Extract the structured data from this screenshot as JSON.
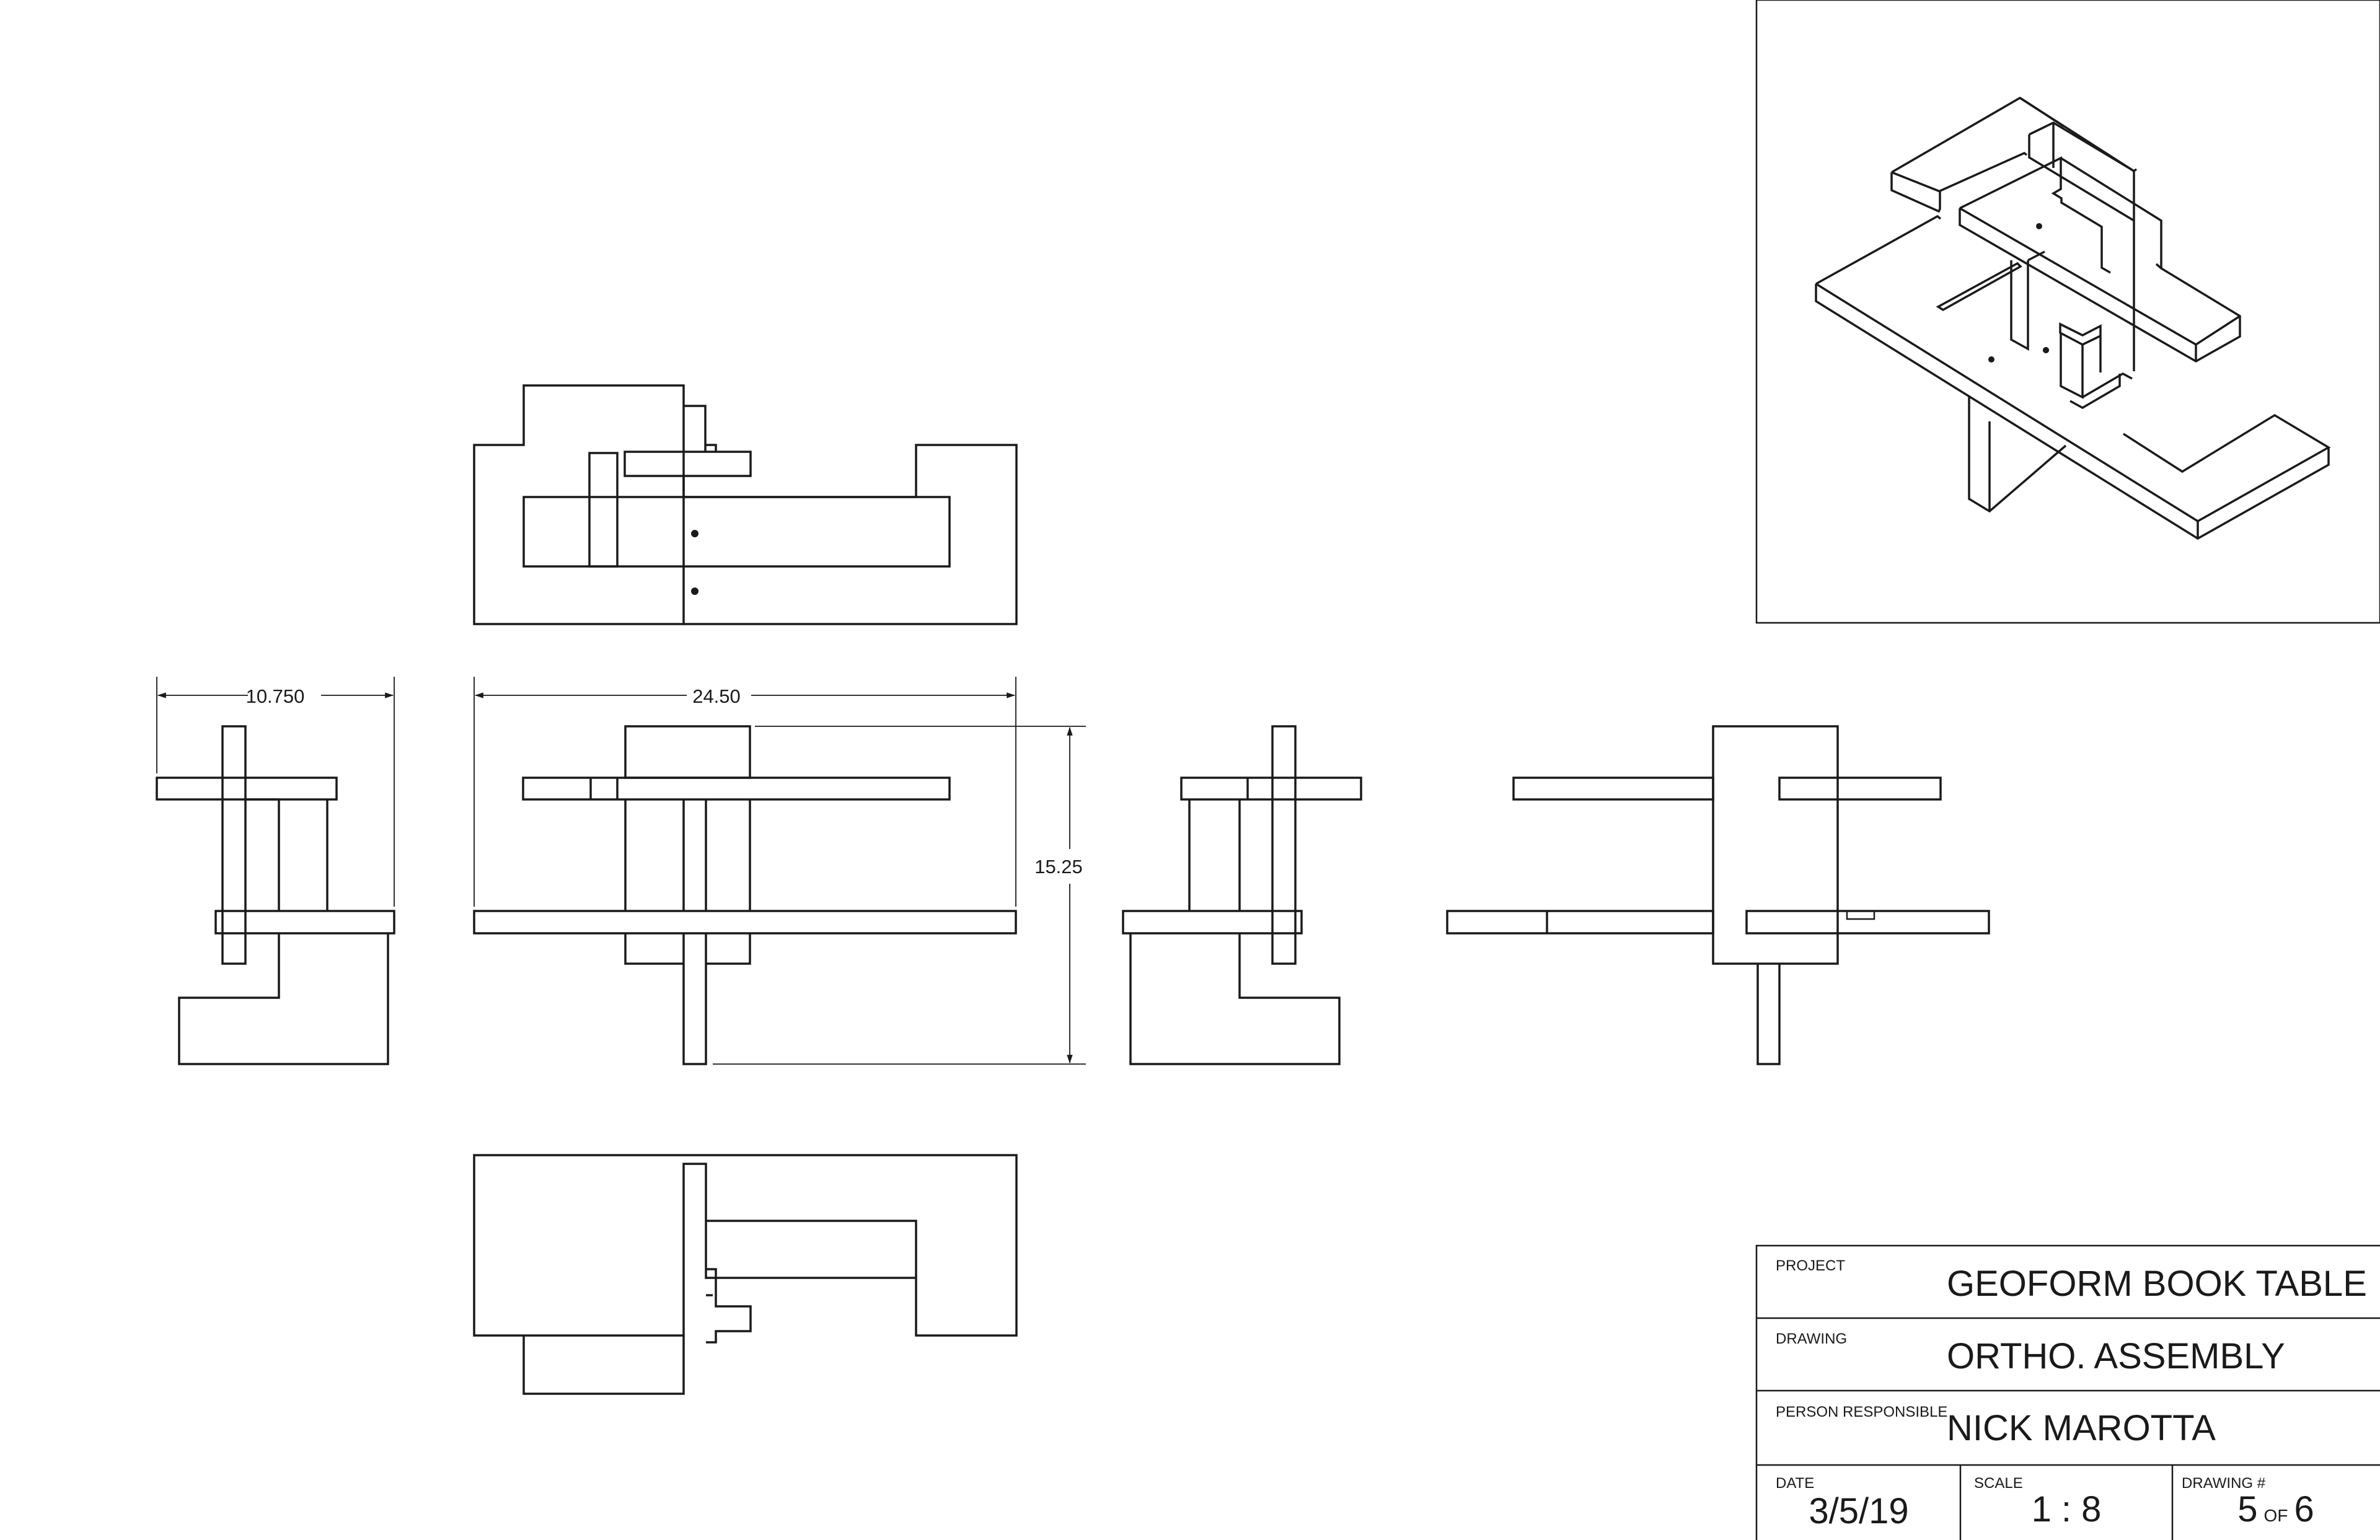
{
  "dimensions": {
    "side_width": "10.750",
    "front_width": "24.50",
    "height": "15.25"
  },
  "title_block": {
    "project_label": "PROJECT",
    "project_value": "GEOFORM BOOK TABLE",
    "drawing_label": "DRAWING",
    "drawing_value": "ORTHO. ASSEMBLY",
    "person_label": "PERSON RESPONSIBLE",
    "person_value": "NICK MAROTTA",
    "date_label": "DATE",
    "date_value": "3/5/19",
    "scale_label": "SCALE",
    "scale_value": "1 : 8",
    "drawing_no_label": "DRAWING #",
    "drawing_no_value": "5",
    "drawing_no_of": "OF",
    "drawing_no_total": "6"
  }
}
